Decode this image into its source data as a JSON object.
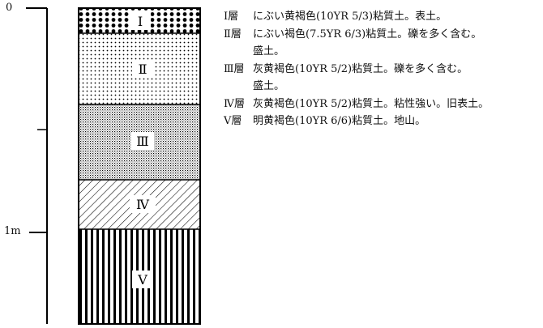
{
  "scale": {
    "top_label": "0",
    "bottom_label": "1m"
  },
  "layers": [
    {
      "label": "Ⅰ",
      "pattern": "large-dots"
    },
    {
      "label": "Ⅱ",
      "pattern": "small-dots"
    },
    {
      "label": "Ⅲ",
      "pattern": "dense-stipple"
    },
    {
      "label": "Ⅳ",
      "pattern": "diagonal-hatch"
    },
    {
      "label": "Ⅴ",
      "pattern": "vertical-stripes"
    }
  ],
  "legend": [
    {
      "id": "Ⅰ層",
      "text": "にぶい黄褐色(10YR 5/3)粘質土。表土。",
      "cont": ""
    },
    {
      "id": "Ⅱ層",
      "text": "にぶい褐色(7.5YR 6/3)粘質土。礫を多く含む。",
      "cont": "盛土。"
    },
    {
      "id": "Ⅲ層",
      "text": "灰黄褐色(10YR 5/2)粘質土。礫を多く含む。",
      "cont": "盛土。"
    },
    {
      "id": "Ⅳ層",
      "text": "灰黄褐色(10YR 5/2)粘質土。粘性強い。旧表土。",
      "cont": ""
    },
    {
      "id": "Ⅴ層",
      "text": "明黄褐色(10YR 6/6)粘質土。地山。",
      "cont": ""
    }
  ]
}
